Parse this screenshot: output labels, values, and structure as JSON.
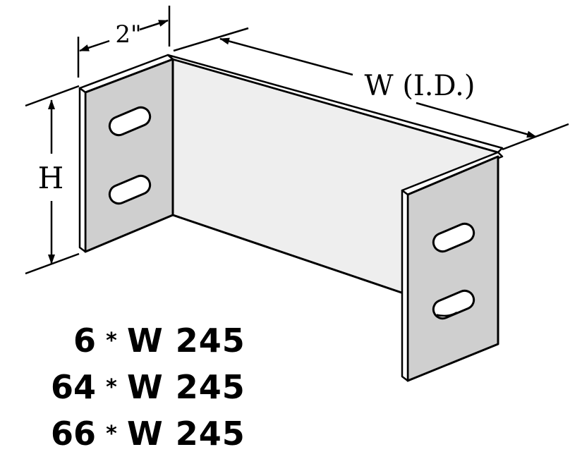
{
  "diagram": {
    "labels": {
      "depth": "2\"",
      "width": "W (I.D.)",
      "height": "H"
    },
    "colors": {
      "stroke": "#000000",
      "panel_fill": "#cfcfcf",
      "back_fill": "#eeeeee",
      "top_fill": "#ffffff"
    }
  },
  "part_numbers": [
    {
      "prefix": "6",
      "star": "*",
      "suffix": "W 245"
    },
    {
      "prefix": "64",
      "star": "*",
      "suffix": "W 245"
    },
    {
      "prefix": "66",
      "star": "*",
      "suffix": "W 245"
    }
  ]
}
